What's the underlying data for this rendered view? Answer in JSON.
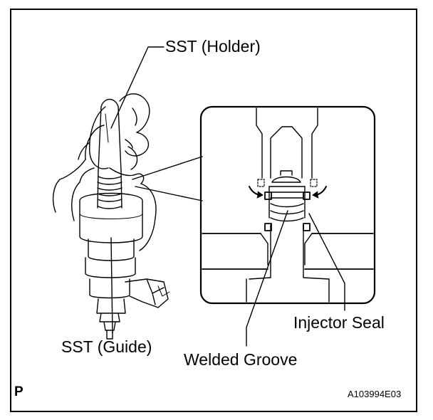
{
  "labels": {
    "holder": "SST (Holder)",
    "guide": "SST (Guide)",
    "injector_seal": "Injector Seal",
    "welded_groove": "Welded Groove"
  },
  "footer": {
    "corner_mark": "P",
    "figure_code": "A103994E03"
  },
  "style": {
    "line_color": "#000000",
    "background": "#ffffff"
  }
}
